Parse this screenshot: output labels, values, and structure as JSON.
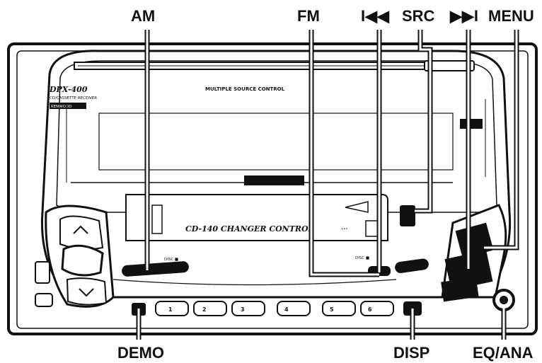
{
  "callouts": {
    "am": "AM",
    "fm": "FM",
    "prev": "I◀◀",
    "src": "SRC",
    "next": "▶▶I",
    "menu": "MENU",
    "demo": "DEMO",
    "disp": "DISP",
    "eq_ana": "EQ/ANA"
  },
  "unit": {
    "model": "DPX-400",
    "subtitle": "CD/CASSETTE RECEIVER",
    "brand": "KENWOOD",
    "system_label": "MULTIPLE SOURCE CONTROL",
    "changer_label": "CD-140 CHANGER CONTROL",
    "disc_left": "DISC ■",
    "disc_right": "DISC ■",
    "presets": [
      "1",
      "2",
      "3",
      "4",
      "5",
      "6"
    ]
  }
}
